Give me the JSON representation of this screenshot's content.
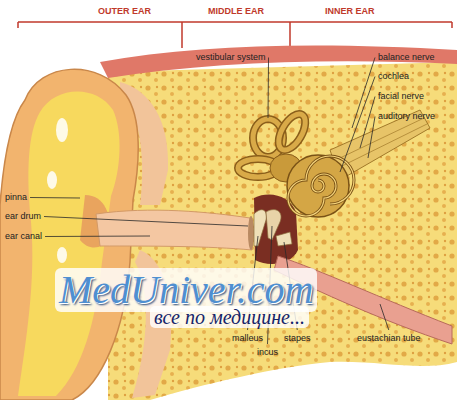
{
  "diagram": {
    "labels": [
      "OUTER EAR",
      "MIDDLE EAR",
      "INNER EAR",
      "vestibular system",
      "balance nerve",
      "cochlea",
      "facial nerve",
      "auditory nerve",
      "pinna",
      "ear drum",
      "ear canal",
      "malleus",
      "incus",
      "stapes",
      "eustachian tube",
      "MedUniver.com",
      "все по медицине..."
    ]
  }
}
